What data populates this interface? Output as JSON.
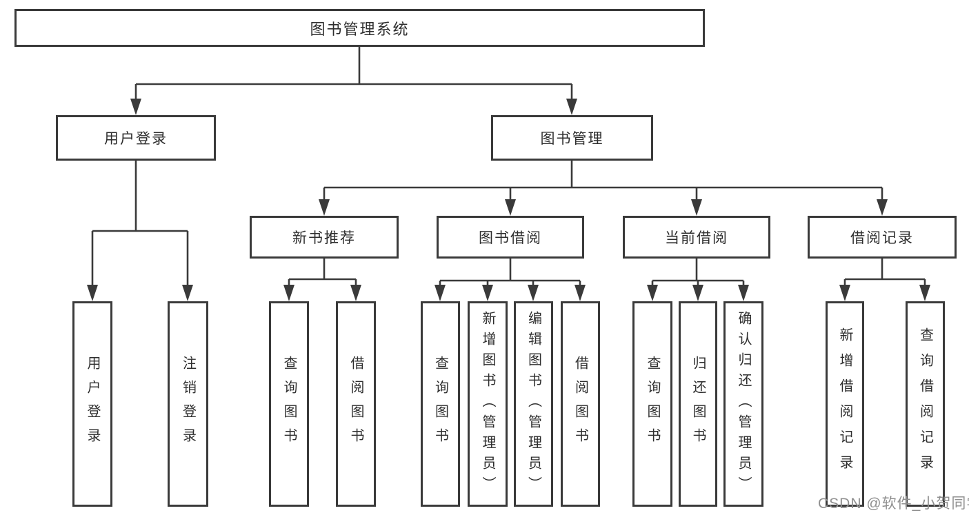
{
  "diagram": {
    "type": "tree",
    "root": {
      "label": "图书管理系统",
      "children": [
        {
          "label": "用户登录",
          "children": [
            {
              "label": "用户登录"
            },
            {
              "label": "注销登录"
            }
          ]
        },
        {
          "label": "图书管理",
          "children": [
            {
              "label": "新书推荐",
              "children": [
                {
                  "label": "查询图书"
                },
                {
                  "label": "借阅图书"
                }
              ]
            },
            {
              "label": "图书借阅",
              "children": [
                {
                  "label": "查询图书"
                },
                {
                  "label": "新增图书（管理员）"
                },
                {
                  "label": "编辑图书（管理员）"
                },
                {
                  "label": "借阅图书"
                }
              ]
            },
            {
              "label": "当前借阅",
              "children": [
                {
                  "label": "查询图书"
                },
                {
                  "label": "归还图书"
                },
                {
                  "label": "确认归还（管理员）"
                }
              ]
            },
            {
              "label": "借阅记录",
              "children": [
                {
                  "label": "新增借阅记录"
                },
                {
                  "label": "查询借阅记录"
                }
              ]
            }
          ]
        }
      ]
    }
  },
  "watermark": {
    "text": "CSDN @软件_小贺同学"
  },
  "colors": {
    "line": "#3a3a3a",
    "text": "#2e2e2e",
    "box-bg": "#ffffff",
    "page-bg": "#ffffff",
    "watermark": "#8f8f8f"
  }
}
